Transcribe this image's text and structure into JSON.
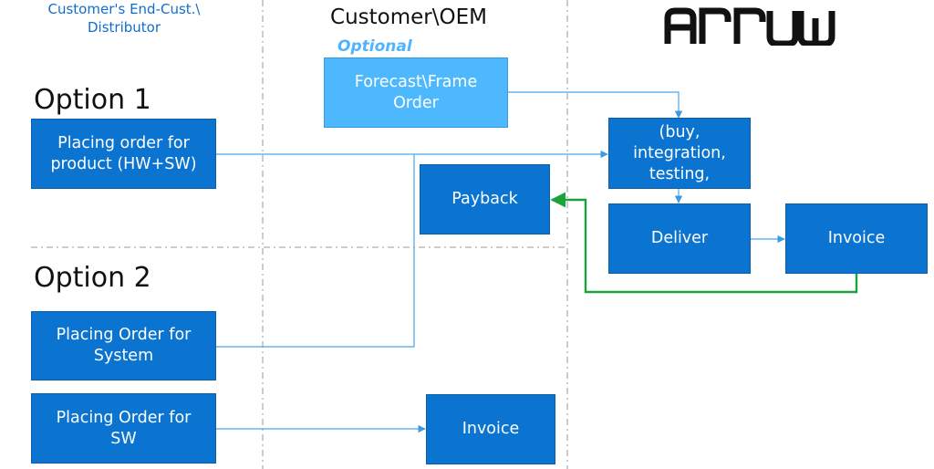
{
  "headers": {
    "left": "Customer's End-Cust.\\\nDistributor",
    "middle": "Customer\\OEM"
  },
  "optional_tag": "Optional",
  "options": {
    "option1": "Option 1",
    "option2": "Option 2"
  },
  "boxes": {
    "placing_order_product": "Placing order for\nproduct (HW+SW)",
    "placing_order_system": "Placing Order for\nSystem",
    "placing_order_sw": "Placing Order for\nSW",
    "forecast_frame_order": "Forecast\\Frame\nOrder",
    "payback": "Payback",
    "invoice_customer": "Invoice",
    "buy_integration_testing": "(buy,\nintegration,\ntesting,",
    "deliver": "Deliver",
    "invoice_arrow": "Invoice"
  },
  "logo": {
    "text": "ARROW",
    "icon": "arrow-logo-icon"
  },
  "colors": {
    "box_dark": "#0a74d0",
    "box_light": "#4db8fd",
    "connector_blue": "#4aa8e8",
    "connector_green": "#1aa33a",
    "divider": "#bbbbbb"
  }
}
